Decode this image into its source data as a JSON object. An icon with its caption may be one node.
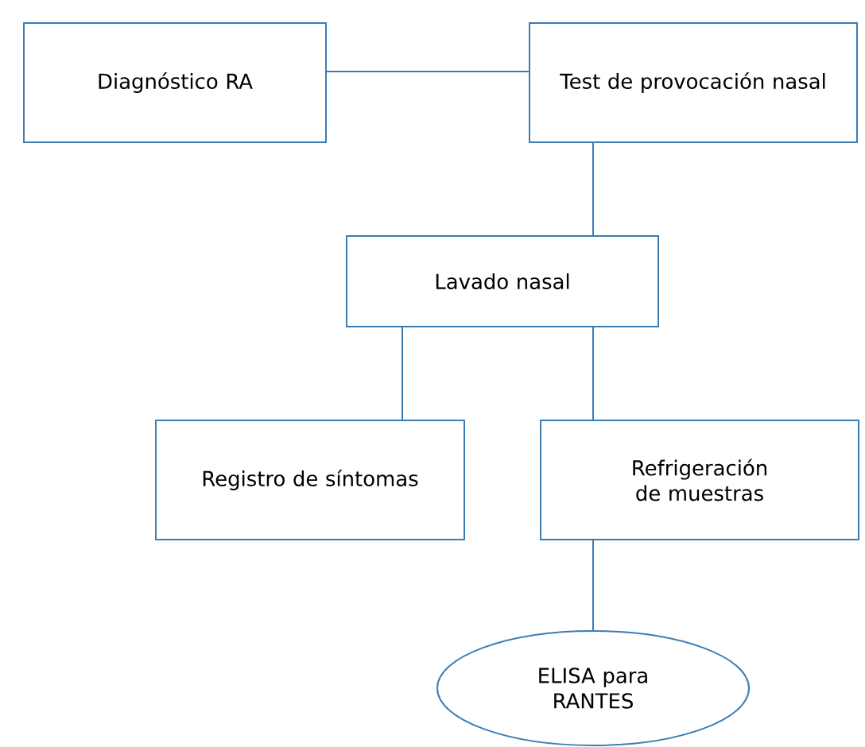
{
  "diagram": {
    "nodes": [
      {
        "text": [
          "Diagnóstico RA"
        ]
      },
      {
        "text": [
          "Test de provocación nasal"
        ]
      },
      {
        "text": [
          "Lavado nasal"
        ]
      },
      {
        "text": [
          "Registro de síntomas"
        ]
      },
      {
        "text": [
          "Refrigeración de muestras"
        ]
      },
      {
        "text": [
          "ELISA para RANTES"
        ]
      }
    ],
    "edges": [
      {
        "from": 0,
        "to": 1,
        "arrow": "none"
      },
      {
        "from": 1,
        "to": 2,
        "arrow": "none"
      },
      {
        "from": 2,
        "to": 3,
        "arrow": "none"
      },
      {
        "from": 2,
        "to": 4,
        "arrow": "none"
      },
      {
        "from": 4,
        "to": 5,
        "arrow": "none"
      }
    ]
  }
}
